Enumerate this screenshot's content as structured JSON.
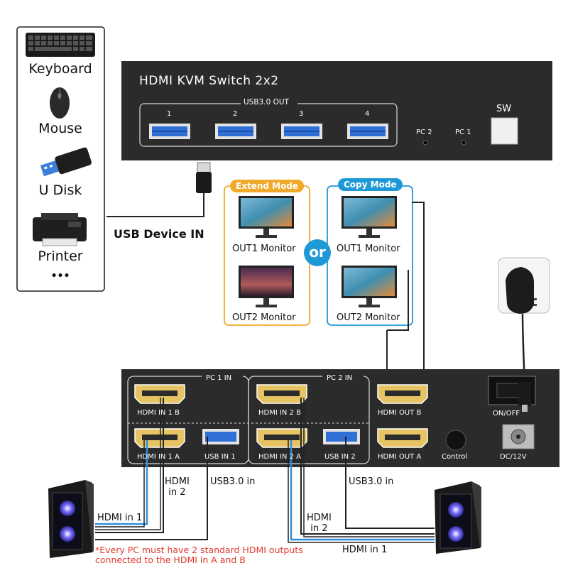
{
  "devices": {
    "keyboard": "Keyboard",
    "mouse": "Mouse",
    "udisk": "U Disk",
    "printer": "Printer",
    "more": "•••"
  },
  "usb_device_in": "USB Device IN",
  "top_panel": {
    "title": "HDMI KVM Switch 2x2",
    "usb_group": "USB3.0 OUT",
    "ports": [
      "1",
      "2",
      "3",
      "4"
    ],
    "pc2": "PC 2",
    "pc1": "PC 1",
    "sw": "SW"
  },
  "modes": {
    "extend": "Extend Mode",
    "copy": "Copy Mode",
    "or": "or",
    "out1": "OUT1 Monitor",
    "out2": "OUT2 Monitor"
  },
  "bottom_panel": {
    "pc1_in": "PC 1 IN",
    "pc2_in": "PC 2 IN",
    "hdmi_in_1b": "HDMI IN 1 B",
    "hdmi_in_1a": "HDMI IN 1 A",
    "usb_in_1": "USB IN 1",
    "hdmi_in_2b": "HDMI IN 2 B",
    "hdmi_in_2a": "HDMI IN 2 A",
    "usb_in_2": "USB IN 2",
    "hdmi_out_b": "HDMI OUT B",
    "hdmi_out_a": "HDMI OUT A",
    "control": "Control",
    "on_off": "ON/OFF",
    "dc": "DC/12V"
  },
  "cables": {
    "hdmi_in_1": "HDMI in 1",
    "hdmi_in_2_line1": "HDMI",
    "hdmi_in_2_line2": "in 2",
    "usb30_in": "USB3.0 in"
  },
  "note": {
    "line1": "*Every PC must have 2 standard HDMI outputs",
    "line2": "connected to the HDMI in A and B"
  },
  "colors": {
    "panel": "#2b2b2b",
    "usb_blue": "#2f6fd6",
    "hdmi_gold": "#e6c463",
    "extend_orange": "#f0a92a",
    "copy_blue": "#1d9ad6",
    "hdmi1_cable": "#2d8fe0",
    "note_red": "#e03a2e"
  }
}
